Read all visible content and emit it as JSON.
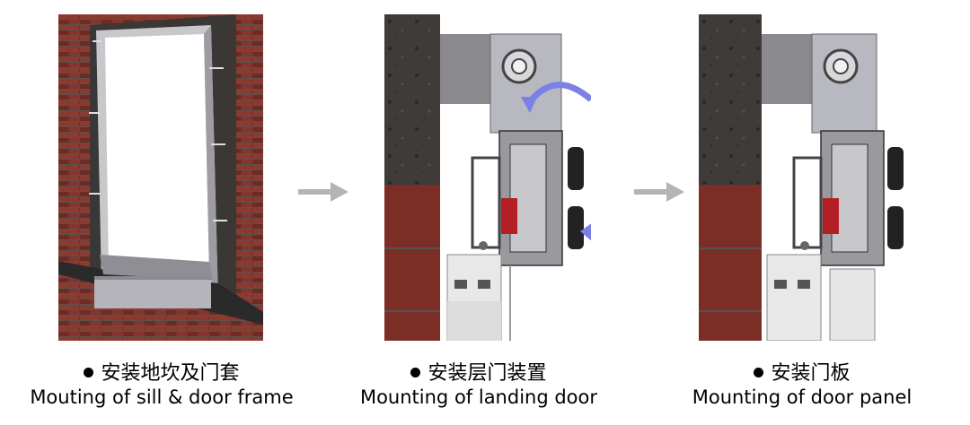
{
  "steps": [
    {
      "title_cn": "安装地坎及门套",
      "title_en": "Mouting of sill & door frame"
    },
    {
      "title_cn": "安装层门装置",
      "title_en": "Mounting of landing door"
    },
    {
      "title_cn": "安装门板",
      "title_en": "Mounting of door panel"
    }
  ],
  "colors": {
    "brick": "#7a2e26",
    "mortar": "#5a5250",
    "concrete": "#3e3b39",
    "steel": "#9a9a9e",
    "accent_arrow": "#7b7fe6",
    "flow_arrow": "#b4b4b4"
  },
  "icons": {
    "flow_arrow": "arrow-right-icon",
    "rotate_arrow": "rotate-arrow-icon",
    "push_arrow": "arrow-left-icon"
  }
}
